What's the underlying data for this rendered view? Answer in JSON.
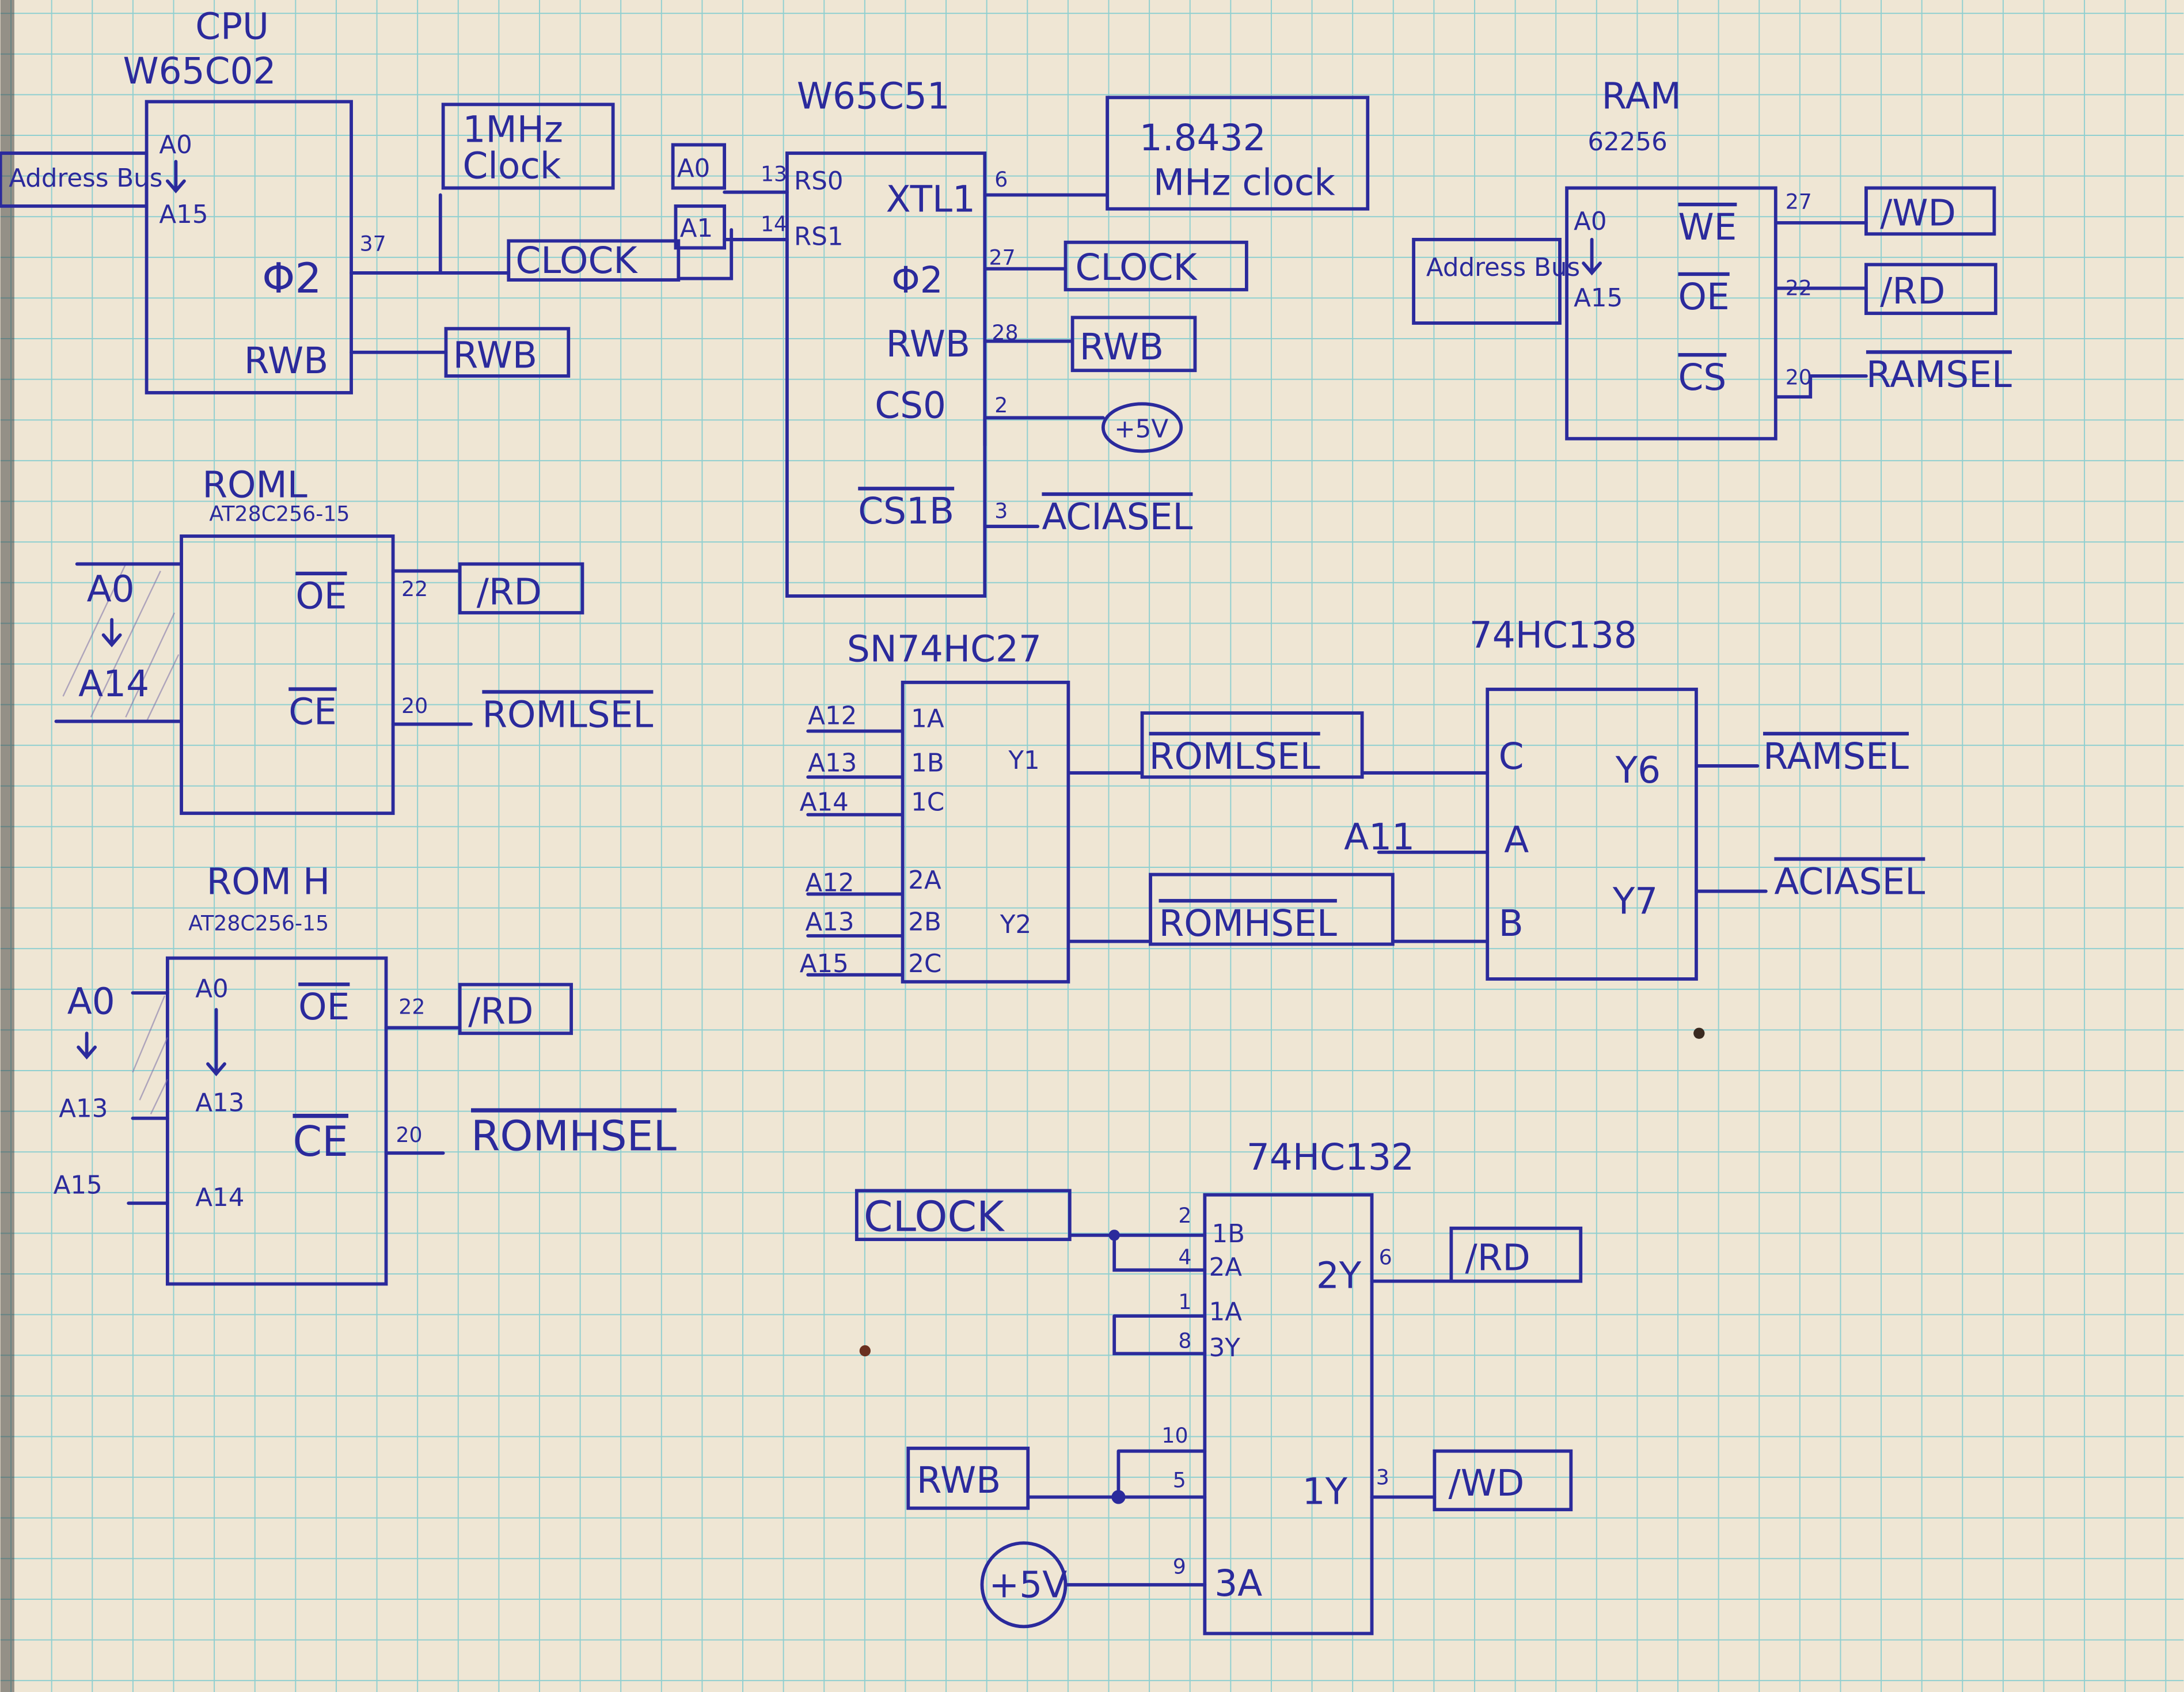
{
  "colors": {
    "paper": "#efe6d4",
    "grid": "#8fcfd0",
    "ink": "#2b2a9c"
  },
  "cpu": {
    "title": "CPU",
    "part": "W65C02",
    "address_bus": "Address Bus",
    "pin_a0": "A0",
    "pin_a15": "A15",
    "pin_phi2": "Φ2",
    "pin_rwb": "RWB",
    "num_phi2": "37"
  },
  "clock_1mhz": {
    "line1": "1MHz",
    "line2": "Clock"
  },
  "acia": {
    "part": "W65C51",
    "pin_rs0": "RS0",
    "pin_rs1": "RS1",
    "num_rs0": "13",
    "num_rs1": "14",
    "pin_xtl1": "XTL1",
    "num_xtl1": "6",
    "pin_phi2": "Φ2",
    "num_phi2": "27",
    "pin_rwb": "RWB",
    "num_rwb": "28",
    "pin_cs0": "CS0",
    "num_cs0": "2",
    "pin_cs1b": "CS1B",
    "num_cs1b": "3"
  },
  "clock_18432": {
    "line1": "1.8432",
    "line2": "MHz clock"
  },
  "ram": {
    "title": "RAM",
    "part": "62256",
    "address_bus": "Address Bus",
    "pin_a0": "A0",
    "pin_a15": "A15",
    "pin_we": "WE",
    "pin_oe": "OE",
    "pin_cs": "CS",
    "num_we": "27",
    "num_oe": "22",
    "num_cs": "20"
  },
  "roml": {
    "title": "ROML",
    "part": "AT28C256-15",
    "bus_a0": "A0",
    "bus_a14": "A14",
    "pin_oe": "OE",
    "pin_ce": "CE",
    "num_oe": "22",
    "num_ce": "20"
  },
  "romh": {
    "title": "ROM H",
    "part": "AT28C256-15",
    "bus_a0": "A0",
    "bus_a13": "A13",
    "bus_a15": "A15",
    "pin_a0": "A0",
    "pin_a13": "A13",
    "pin_a14": "A14",
    "pin_oe": "OE",
    "pin_ce": "CE",
    "num_oe": "22",
    "num_ce": "20"
  },
  "nor": {
    "part": "SN74HC27",
    "in": [
      "A12",
      "A13",
      "A14",
      "A12",
      "A13",
      "A15"
    ],
    "pins": [
      "1A",
      "1B",
      "1C",
      "2A",
      "2B",
      "2C"
    ],
    "out1": "Y1",
    "out2": "Y2"
  },
  "decoder": {
    "part": "74HC138",
    "pin_c": "C",
    "pin_a": "A",
    "pin_b": "B",
    "pin_y6": "Y6",
    "pin_y7": "Y7"
  },
  "nand": {
    "part": "74HC132",
    "pin_1b": "1B",
    "num_1b": "2",
    "pin_2a": "2A",
    "num_2a": "4",
    "pin_1a": "1A",
    "num_1a": "1",
    "pin_3y": "3Y",
    "num_3y": "8",
    "num_10": "10",
    "num_5": "5",
    "pin_3a": "3A",
    "num_3a": "9",
    "pin_2y": "2Y",
    "num_2y": "6",
    "pin_1y": "1Y",
    "num_1y": "3"
  },
  "nets": {
    "clock": "CLOCK",
    "rwb": "RWB",
    "rd": "/RD",
    "wd": "/WD",
    "plus5v": "+5V",
    "aciasel": "ACIASEL",
    "romlsel": "ROMLSEL",
    "romhsel": "ROMHSEL",
    "ramsel": "RAMSEL",
    "a0": "A0",
    "a1": "A1",
    "a11": "A11"
  }
}
